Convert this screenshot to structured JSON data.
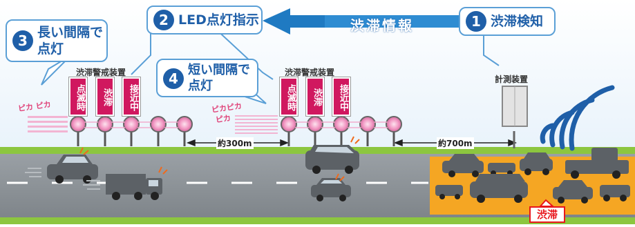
{
  "banner": {
    "label": "渋滞情報"
  },
  "callouts": [
    {
      "num": "1",
      "lines": [
        "渋滞検知"
      ]
    },
    {
      "num": "2",
      "lines": [
        "LED点灯指示"
      ]
    },
    {
      "num": "3",
      "lines": [
        "長い間隔で",
        "点灯"
      ]
    },
    {
      "num": "4",
      "lines": [
        "短い間隔で",
        "点灯"
      ]
    }
  ],
  "devices": {
    "warning_left": "渋滞警戒装置",
    "warning_right": "渋滞警戒装置",
    "sensor": "計測装置"
  },
  "signs": [
    "点滅時",
    "渋滞",
    "接近中"
  ],
  "flash_text": {
    "left": "ピカ ピカ",
    "right_top": "ピカピカ",
    "right_bottom": "ピカ"
  },
  "distances": {
    "first": "約300m",
    "second": "約700m"
  },
  "jam_label": "渋滞",
  "colors": {
    "callout_blue": "#1f5fa8",
    "callout_border": "#5a9fd6",
    "sign_magenta": "#d0185f",
    "led_pink": "#f29ac4",
    "jam_orange": "#f5a623",
    "grass_green": "#8cc63f",
    "road_gray": "#8a8f94",
    "wave_blue": "#1f5fa8"
  }
}
